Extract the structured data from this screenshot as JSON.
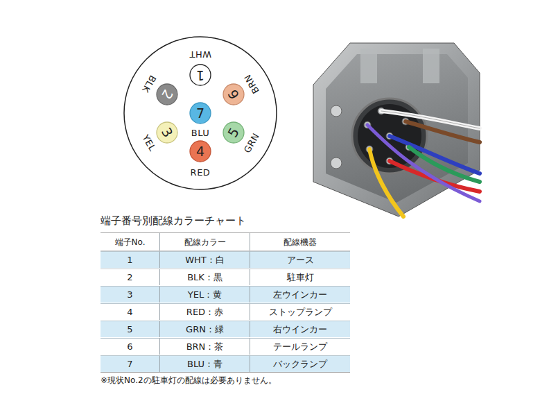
{
  "diagram": {
    "title": "端子番号別配線カラーチャート",
    "caption": "※現状No.2の駐車灯の配線は必要ありません。",
    "nodes": [
      {
        "text": [
          "1",
          "WHT"
        ]
      },
      {
        "text": [
          "6",
          "BRN"
        ]
      },
      {
        "text": [
          "2",
          "BLK"
        ]
      },
      {
        "text": [
          "7",
          "BLU"
        ]
      },
      {
        "text": [
          "3",
          "YEL"
        ]
      },
      {
        "text": [
          "5",
          "GRN"
        ]
      },
      {
        "text": [
          "4",
          "RED"
        ]
      }
    ],
    "labels": [
      "端子No.",
      "配線カラー",
      "配線機器",
      "1",
      "WHT：白",
      "アース",
      "2",
      "BLK：黒",
      "駐車灯",
      "3",
      "YEL：黄",
      "左ウインカー",
      "4",
      "RED：赤",
      "ストップランプ",
      "5",
      "GRN：緑",
      "右ウインカー",
      "6",
      "BRN：茶",
      "テールランプ",
      "7",
      "BLU：青",
      "バックランプ"
    ]
  }
}
